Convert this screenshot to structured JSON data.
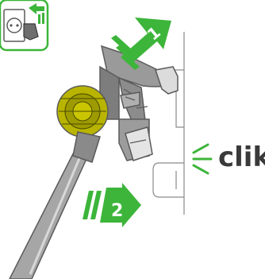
{
  "colors": {
    "accent_green": "#3cb53a",
    "line_grey": "#8a8a8a",
    "body_grey": "#9a9a9a",
    "dark_grey": "#5a5a5a",
    "motor_yellow": "#b8b400",
    "text_dark": "#3a3a3a"
  },
  "icons": {
    "plug": "wall-socket-plug-icon",
    "step1": "arrow-up-right-icon",
    "step2": "arrow-right-icon"
  },
  "steps": {
    "one": "1",
    "two": "2"
  },
  "sound_label": "clik"
}
